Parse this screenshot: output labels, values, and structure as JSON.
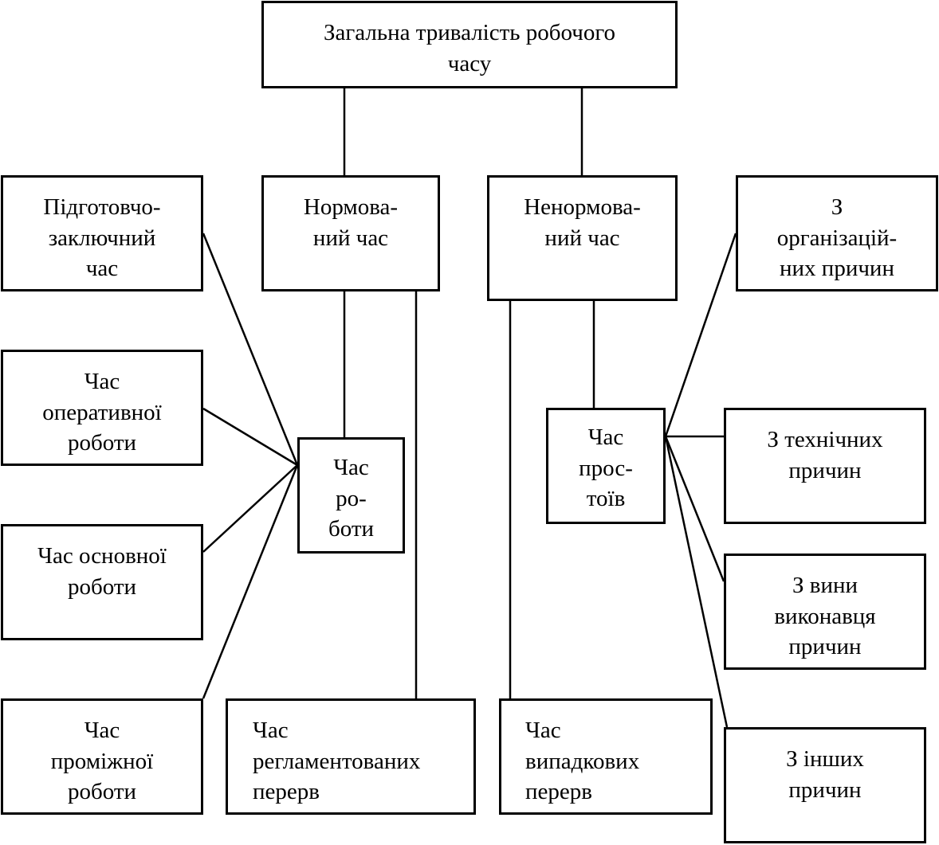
{
  "title": "Структура загальної тривалості робочого часу",
  "nodes": {
    "total": "Загальна тривалість робочого\nчасу",
    "normalized": "Нормова-\nний час",
    "non_normalized": "Ненормова-\nний час",
    "preparatory": "Підготовчо-\nзаключний\nчас",
    "operative": "Час\nоперативної\nроботи",
    "main_work": "Час основної\nроботи",
    "intermediate": "Час\nпроміжної\nроботи",
    "work_time": "Час\nро-\nботи",
    "regulated_breaks": "Час\nрегламентованих\nперерв",
    "accidental_breaks": "Час\nвипадкових\nперерв",
    "downtime": "Час\nпрос-\nтоїв",
    "organizational": "З\nорганізацій-\nних причин",
    "technical": "З технічних\nпричин",
    "worker_fault": "З вини\nвиконавця\nпричин",
    "other": "З інших\nпричин"
  },
  "edges": [
    [
      "total",
      "normalized"
    ],
    [
      "total",
      "non_normalized"
    ],
    [
      "normalized",
      "work_time"
    ],
    [
      "normalized",
      "regulated_breaks"
    ],
    [
      "non_normalized",
      "downtime"
    ],
    [
      "non_normalized",
      "accidental_breaks"
    ],
    [
      "work_time",
      "preparatory"
    ],
    [
      "work_time",
      "operative"
    ],
    [
      "work_time",
      "main_work"
    ],
    [
      "work_time",
      "intermediate"
    ],
    [
      "downtime",
      "organizational"
    ],
    [
      "downtime",
      "technical"
    ],
    [
      "downtime",
      "worker_fault"
    ],
    [
      "downtime",
      "other"
    ]
  ]
}
